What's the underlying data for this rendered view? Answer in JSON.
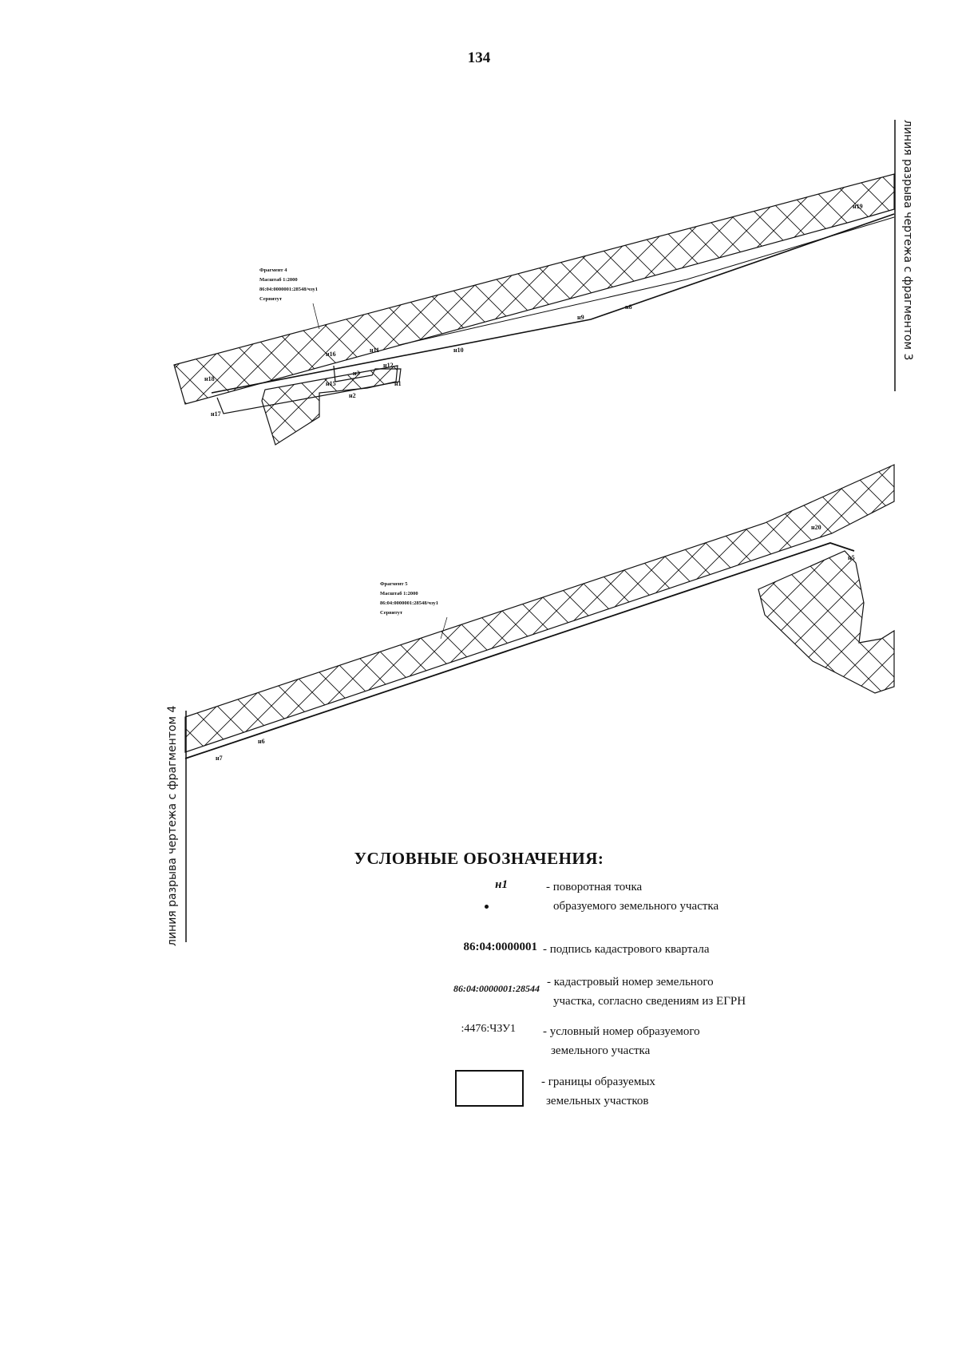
{
  "page_number": "134",
  "break_lines": {
    "right": "линия разрыва чертежа с фрагментом 3",
    "left": "линия разрыва чертежа с фрагментом 4"
  },
  "fragment4": {
    "lines": [
      "Фрагмент 4",
      "Масштаб 1:2000",
      "86:04:0000001:28548/чзу1",
      "Сервитут"
    ],
    "points": [
      "н19",
      "н9",
      "н8",
      "н10",
      "н16",
      "н11",
      "н12",
      "н1",
      "н2",
      "н3",
      "н15",
      "н18",
      "н17"
    ]
  },
  "fragment5": {
    "lines": [
      "Фрагмент 5",
      "Масштаб 1:2000",
      "86:04:0000001:28548/чзу1",
      "Сервитут"
    ],
    "points": [
      "н20",
      "н5",
      "н6",
      "н7"
    ]
  },
  "legend": {
    "title": "УСЛОВНЫЕ ОБОЗНАЧЕНИЯ:",
    "items": [
      {
        "symbol": "н1",
        "desc1": "- поворотная точка",
        "desc2": "образуемого земельного участка"
      },
      {
        "symbol": "86:04:0000001",
        "desc1": "- подпись кадастрового квартала"
      },
      {
        "symbol": "86:04:0000001:28544",
        "desc1": "- кадастровый номер земельного",
        "desc2": "участка, согласно сведениям из ЕГРН"
      },
      {
        "symbol": ":4476:ЧЗУ1",
        "desc1": "- условный номер образуемого",
        "desc2": "земельного участка"
      },
      {
        "symbol": "",
        "desc1": "- границы образуемых",
        "desc2": "земельных участков"
      }
    ]
  }
}
